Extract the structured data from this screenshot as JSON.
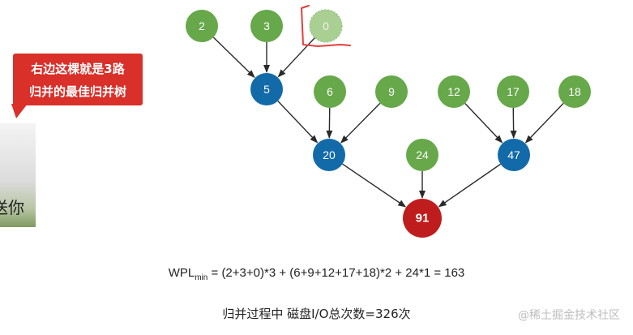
{
  "colors": {
    "leaf": "#66a84a",
    "internal": "#136aa8",
    "root": "#bf1d1d",
    "ghost": "#a9cf93",
    "edge": "#2a2a2a",
    "annotation": "#e0403a"
  },
  "nodes": [
    {
      "id": "n2",
      "label": "2",
      "kind": "leaf"
    },
    {
      "id": "n3",
      "label": "3",
      "kind": "leaf"
    },
    {
      "id": "n0",
      "label": "0",
      "kind": "ghost"
    },
    {
      "id": "n5",
      "label": "5",
      "kind": "internal"
    },
    {
      "id": "n6",
      "label": "6",
      "kind": "leaf"
    },
    {
      "id": "n9",
      "label": "9",
      "kind": "leaf"
    },
    {
      "id": "n12",
      "label": "12",
      "kind": "leaf"
    },
    {
      "id": "n17",
      "label": "17",
      "kind": "leaf"
    },
    {
      "id": "n18",
      "label": "18",
      "kind": "leaf"
    },
    {
      "id": "n20",
      "label": "20",
      "kind": "internal"
    },
    {
      "id": "n24",
      "label": "24",
      "kind": "leaf"
    },
    {
      "id": "n47",
      "label": "47",
      "kind": "internal"
    },
    {
      "id": "n91",
      "label": "91",
      "kind": "root"
    }
  ],
  "edges": [
    [
      "n2",
      "n5"
    ],
    [
      "n3",
      "n5"
    ],
    [
      "n0",
      "n5"
    ],
    [
      "n5",
      "n20"
    ],
    [
      "n6",
      "n20"
    ],
    [
      "n9",
      "n20"
    ],
    [
      "n12",
      "n47"
    ],
    [
      "n17",
      "n47"
    ],
    [
      "n18",
      "n47"
    ],
    [
      "n20",
      "n91"
    ],
    [
      "n24",
      "n91"
    ],
    [
      "n47",
      "n91"
    ]
  ],
  "callout": {
    "line1": "右边这棵就是3路",
    "line2": "归并的最佳归并树"
  },
  "video": {
    "text": "送你"
  },
  "formula": {
    "lhs": "WPL",
    "sub": "min",
    "rhs": " = (2+3+0)*3 + (6+9+12+17+18)*2 + 24*1 = 163"
  },
  "summary": "归并过程中 磁盘I/O总次数=326次",
  "watermark": "@稀土掘金技术社区"
}
